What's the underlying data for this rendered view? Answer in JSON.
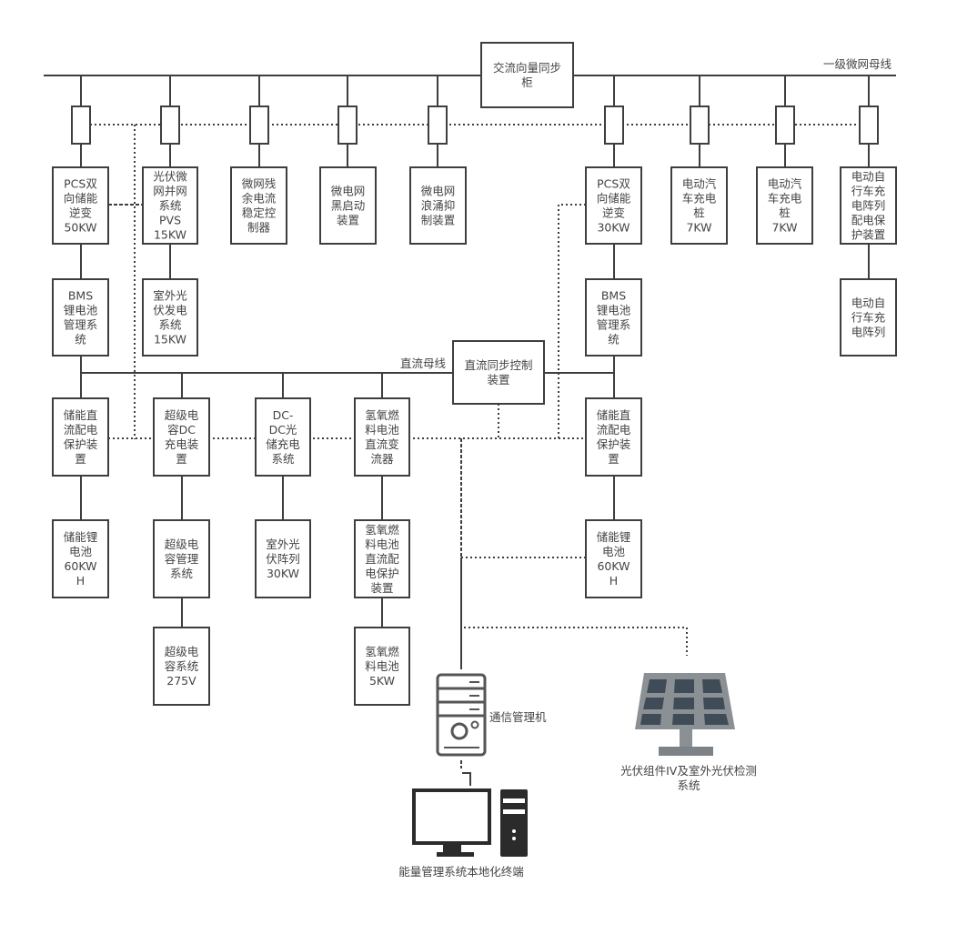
{
  "diagram": {
    "ac_bus": {
      "label": "一级微网母线"
    },
    "dc_bus": {
      "label": "直流母线"
    },
    "boxes": {
      "ac_sync_cabinet": {
        "lines": [
          "交流向量同步",
          "柜"
        ]
      },
      "pcs_50kw": {
        "lines": [
          "PCS双",
          "向储能",
          "逆变",
          "50KW"
        ]
      },
      "pvs_grid_system": {
        "lines": [
          "光伏微",
          "网并网",
          "系统",
          "PVS",
          "15KW"
        ]
      },
      "residual_current_controller": {
        "lines": [
          "微网残",
          "余电流",
          "稳定控",
          "制器"
        ]
      },
      "black_start_device": {
        "lines": [
          "微电网",
          "黑启动",
          "装置"
        ]
      },
      "surge_suppression_device": {
        "lines": [
          "微电网",
          "浪涌抑",
          "制装置"
        ]
      },
      "pcs_30kw": {
        "lines": [
          "PCS双",
          "向储能",
          "逆变",
          "30KW"
        ]
      },
      "ev_charger_1": {
        "lines": [
          "电动汽",
          "车充电",
          "桩",
          "7KW"
        ]
      },
      "ev_charger_2": {
        "lines": [
          "电动汽",
          "车充电",
          "桩",
          "7KW"
        ]
      },
      "bike_charging_protection": {
        "lines": [
          "电动自",
          "行车充",
          "电阵列",
          "配电保",
          "护装置"
        ]
      },
      "bms_left": {
        "lines": [
          "BMS",
          "锂电池",
          "管理系",
          "统"
        ]
      },
      "pv_outdoor_15kw": {
        "lines": [
          "室外光",
          "伏发电",
          "系统",
          "15KW"
        ]
      },
      "bms_right": {
        "lines": [
          "BMS",
          "锂电池",
          "管理系",
          "统"
        ]
      },
      "bike_charging_array": {
        "lines": [
          "电动自",
          "行车充",
          "电阵列"
        ]
      },
      "dc_sync_controller": {
        "lines": [
          "直流同步控制",
          "装置"
        ]
      },
      "storage_dc_protection_left": {
        "lines": [
          "储能直",
          "流配电",
          "保护装",
          "置"
        ]
      },
      "supercap_dc_charger": {
        "lines": [
          "超级电",
          "容DC",
          "充电装",
          "置"
        ]
      },
      "dcdc_pv_storage": {
        "lines": [
          "DC-",
          "DC光",
          "储充电",
          "系统"
        ]
      },
      "h2_fuel_cell_converter": {
        "lines": [
          "氢氧燃",
          "料电池",
          "直流变",
          "流器"
        ]
      },
      "storage_dc_protection_right": {
        "lines": [
          "储能直",
          "流配电",
          "保护装",
          "置"
        ]
      },
      "li_battery_left": {
        "lines": [
          "储能锂",
          "电池",
          "60KW",
          "H"
        ]
      },
      "supercap_management": {
        "lines": [
          "超级电",
          "容管理",
          "系统"
        ]
      },
      "pv_array_30kw": {
        "lines": [
          "室外光",
          "伏阵列",
          "30KW"
        ]
      },
      "h2_fuel_cell_protection": {
        "lines": [
          "氢氧燃",
          "料电池",
          "直流配",
          "电保护",
          "装置"
        ]
      },
      "li_battery_right": {
        "lines": [
          "储能锂",
          "电池",
          "60KW",
          "H"
        ]
      },
      "supercap_system": {
        "lines": [
          "超级电",
          "容系统",
          "275V"
        ]
      },
      "h2_fuel_cell_5kw": {
        "lines": [
          "氢氧燃",
          "料电池",
          "5KW"
        ]
      }
    },
    "devices": {
      "comm_manager": {
        "label": "通信管理机",
        "icon": "server-icon"
      },
      "ems_terminal": {
        "label": "能量管理系统本地化终端",
        "icon": "desktop-computer-icon"
      },
      "pv_iv_test": {
        "lines": [
          "光伏组件IV及室外光伏检测",
          "系统"
        ],
        "icon": "solar-panel-icon"
      }
    },
    "colors": {
      "line": "#3e3e3e",
      "text": "#444444",
      "solar_frame": "#8b9095",
      "solar_cell": "#3f4b56",
      "device_dark": "#2b2b2b"
    }
  }
}
